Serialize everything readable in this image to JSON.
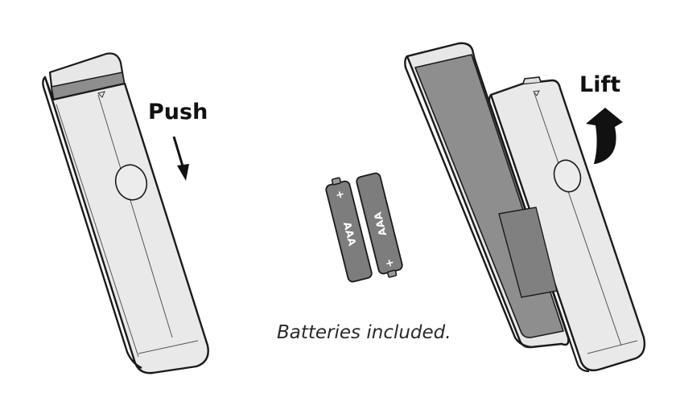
{
  "labels": {
    "push": "Push",
    "lift": "Lift",
    "caption": "Batteries included.",
    "battery_type": "AAA",
    "battery_plus": "+"
  },
  "colors": {
    "outline": "#1a1a1a",
    "remote_body": "#e7e7e7",
    "battery_compartment": "#8e8e8e",
    "cover_window": "#808080",
    "battery": "#7d7d7d",
    "arrow": "#111111",
    "background": "#ffffff"
  },
  "icons": {
    "push_arrow": "arrow-down-icon",
    "lift_arrow": "curved-arrow-up-icon"
  }
}
